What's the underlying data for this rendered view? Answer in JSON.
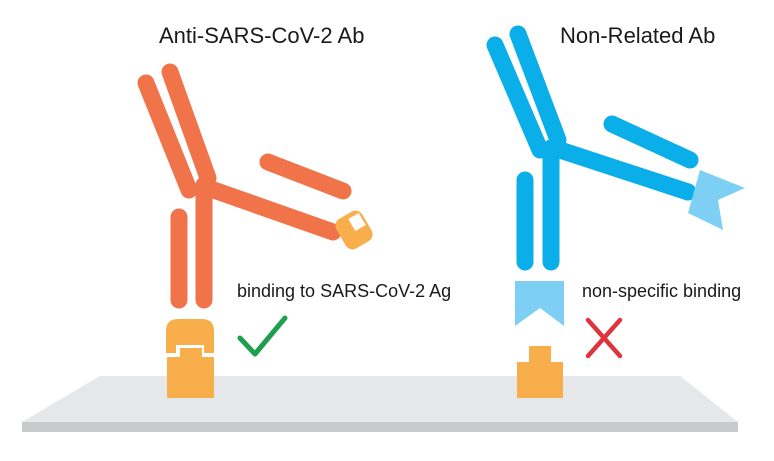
{
  "left_panel": {
    "title": "Anti-SARS-CoV-2 Ab",
    "caption": "binding to SARS-CoV-2 Ag",
    "result_icon": "check-mark-icon",
    "antibody_color": "#F0734A",
    "antigen_color": "#F9AE4C",
    "result_color": "#1E9E4F"
  },
  "right_panel": {
    "title": "Non-Related Ab",
    "caption": "non-specific binding",
    "result_icon": "cross-mark-icon",
    "antibody_color": "#0AAEE8",
    "antigen_fragment_color": "#7DD0F4",
    "antigen_color": "#F9AE4C",
    "result_color": "#E0343C"
  },
  "surface": {
    "top_color": "#E6E7E8",
    "edge_color": "#C9CACC"
  }
}
